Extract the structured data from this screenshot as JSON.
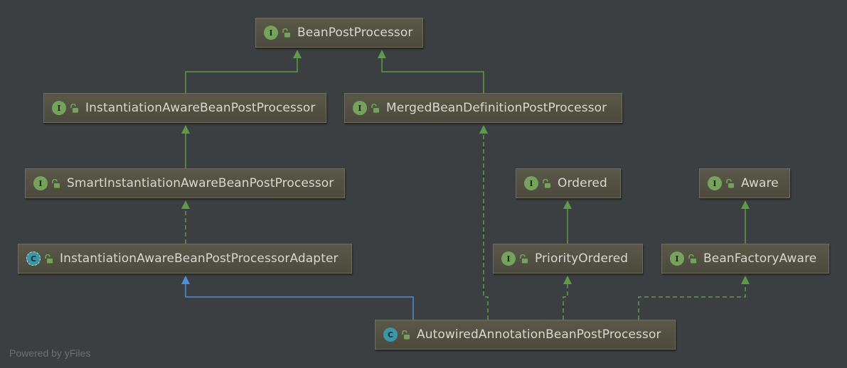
{
  "nodes": {
    "bean_post_processor": {
      "kind": "I",
      "label": "BeanPostProcessor"
    },
    "instantiation_aware": {
      "kind": "I",
      "label": "InstantiationAwareBeanPostProcessor"
    },
    "merged_bean_definition": {
      "kind": "I",
      "label": "MergedBeanDefinitionPostProcessor"
    },
    "smart_instantiation_aware": {
      "kind": "I",
      "label": "SmartInstantiationAwareBeanPostProcessor"
    },
    "ordered": {
      "kind": "I",
      "label": "Ordered"
    },
    "aware": {
      "kind": "I",
      "label": "Aware"
    },
    "instantiation_aware_adapter": {
      "kind": "C",
      "label": "InstantiationAwareBeanPostProcessorAdapter"
    },
    "priority_ordered": {
      "kind": "I",
      "label": "PriorityOrdered"
    },
    "bean_factory_aware": {
      "kind": "I",
      "label": "BeanFactoryAware"
    },
    "autowired_annotation": {
      "kind": "C",
      "label": "AutowiredAnnotationBeanPostProcessor"
    }
  },
  "colors": {
    "background": "#3c3f41",
    "extends_edge": "#5d9b47",
    "class_extends_edge": "#4f8fd8",
    "interface_badge": "#76a35b",
    "class_badge": "#3d95a8"
  },
  "footer": "Powered by yFiles"
}
